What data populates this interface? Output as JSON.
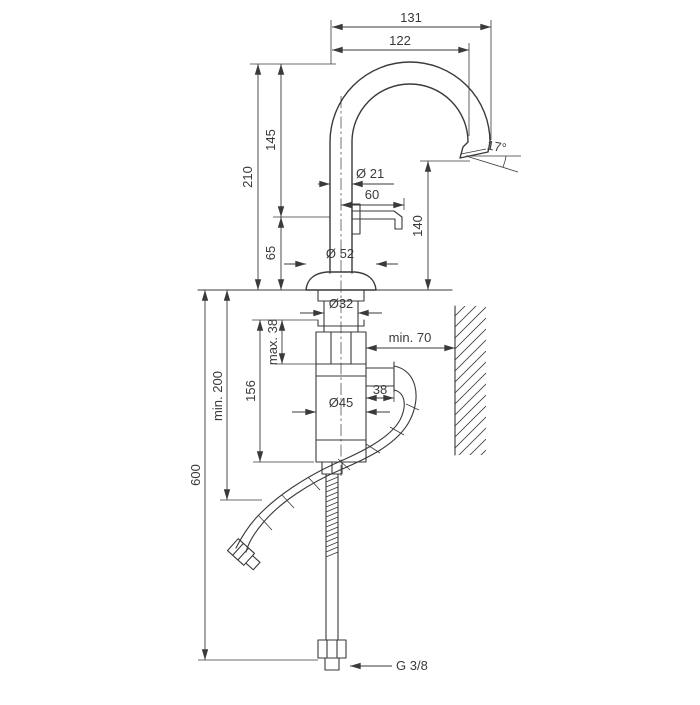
{
  "meta": {
    "background": "#ffffff",
    "line_color": "#3a3a3a",
    "drawing_type": "faucet technical dimension drawing"
  },
  "dimensions": {
    "width_overall": "131",
    "width_spout": "122",
    "height_spout": "145",
    "height_overall": "210",
    "height_handle": "65",
    "spout_diameter": "Ø 21",
    "handle_length": "60",
    "outlet_height": "140",
    "outlet_angle": "17°",
    "base_diameter": "Ø 52",
    "shank_diameter": "Ø32",
    "deck_thickness": "max. 38",
    "body_height": "156",
    "clearance_below": "min. 200",
    "hose_length": "600",
    "wall_clearance": "min. 70",
    "valve_offset": "38",
    "body_diameter": "Ø45",
    "connection_thread": "G 3/8"
  }
}
